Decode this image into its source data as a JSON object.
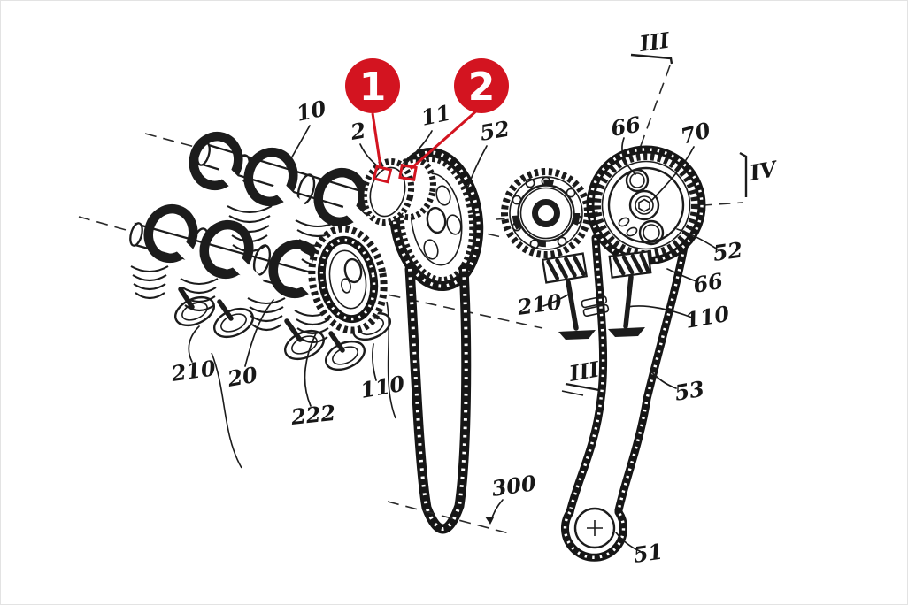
{
  "colors": {
    "ink": "#1c1c1c",
    "callout_red": "#d31420",
    "background": "#ffffff"
  },
  "callouts": {
    "c1": "1",
    "c2": "2"
  },
  "labels": {
    "l10": "10",
    "l2": "2",
    "l11": "11",
    "l52": "52",
    "l210": "210",
    "l20": "20",
    "l222": "222",
    "l110": "110",
    "l300": "300",
    "r_iii_top": "III",
    "r66_top": "66",
    "r70": "70",
    "r_iv": "IV",
    "r52": "52",
    "r66": "66",
    "r110": "110",
    "r210": "210",
    "r_iii_bottom": "III",
    "r53": "53",
    "r51": "51"
  }
}
